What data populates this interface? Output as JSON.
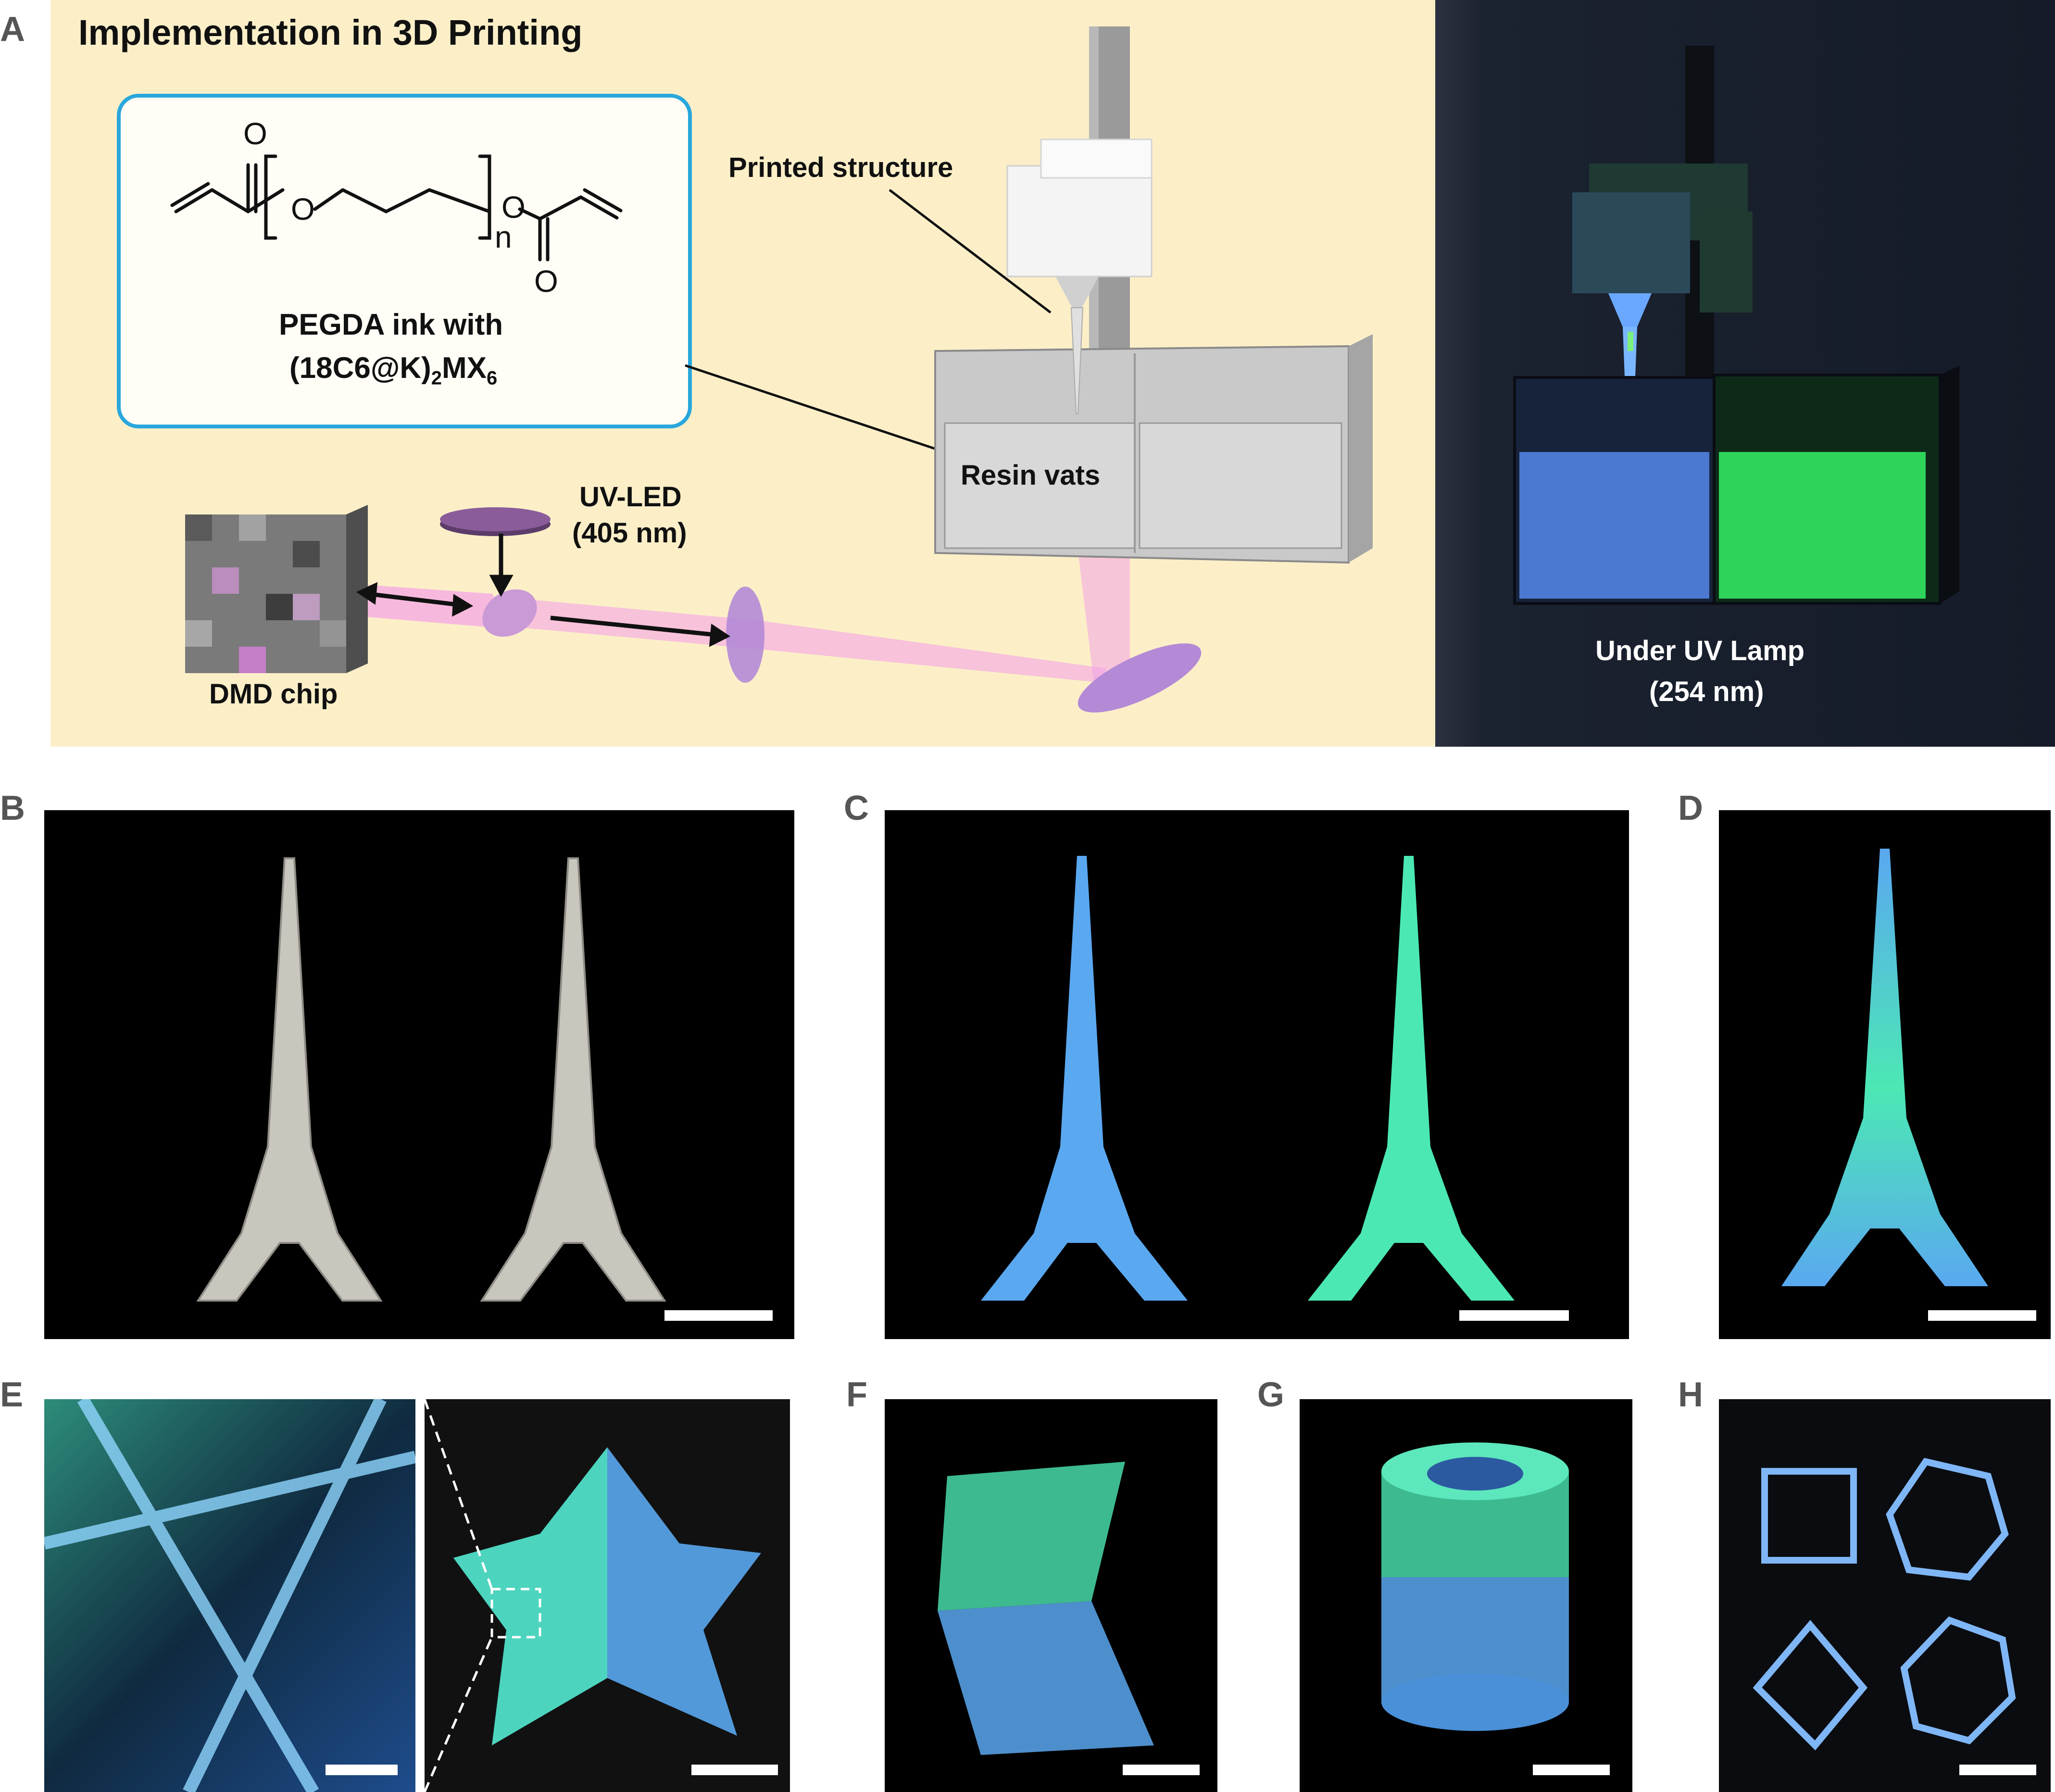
{
  "panels": {
    "a": {
      "letter": "A",
      "title": "Implementation in 3D Printing"
    },
    "b": {
      "letter": "B"
    },
    "c": {
      "letter": "C"
    },
    "d": {
      "letter": "D"
    },
    "e": {
      "letter": "E"
    },
    "f": {
      "letter": "F"
    },
    "g": {
      "letter": "G"
    },
    "h": {
      "letter": "H"
    }
  },
  "labels": {
    "printed_structure": "Printed structure",
    "resin_vats": "Resin vats",
    "uv_led_line1": "UV-LED",
    "uv_led_line2": "(405 nm)",
    "dmd_chip": "DMD chip",
    "uv_lamp_line1": "Under UV Lamp",
    "uv_lamp_line2": "(254 nm)"
  },
  "ink_box": {
    "line1": "PEGDA ink with",
    "line2_prefix": "(18C6@K)",
    "line2_sub1": "2",
    "line2_mid": "MX",
    "line2_sub2": "6"
  },
  "chemistry": {
    "atom_O": "O",
    "subscript_n": "n"
  },
  "colors": {
    "panel_a_background": "#fcefc8",
    "dark_background": "#1b2230",
    "blue_emission": "#5aa8f0",
    "green_emission": "#4ce8b4",
    "ink_box_border": "#29a7dc",
    "uv_light": "#f3a3e6"
  }
}
